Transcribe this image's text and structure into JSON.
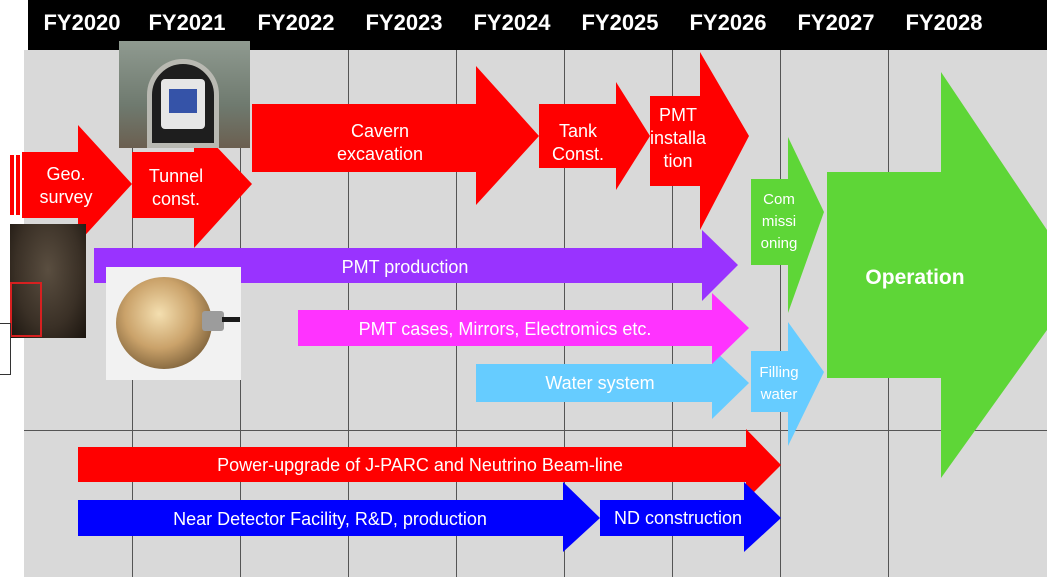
{
  "years": [
    "FY2020",
    "FY2021",
    "FY2022",
    "FY2023",
    "FY2024",
    "FY2025",
    "FY2026",
    "FY2027",
    "FY2028"
  ],
  "colors": {
    "red": "#ff0000",
    "purple": "#9933ff",
    "magenta": "#ff33ff",
    "light_blue": "#66ccff",
    "green": "#5ed637",
    "blue": "#0000ff",
    "header": "#000000",
    "grid": "#d9d9d9"
  },
  "tasks": {
    "geo_survey": "Geo.\nsurvey",
    "tunnel_const": "Tunnel\nconst.",
    "cavern_excavation": "Cavern\nexcavation",
    "tank_const": "Tank\nConst.",
    "pmt_installation": "PMT\ninstalla\ntion",
    "commissioning": "Com\nmissi\noning",
    "pmt_production": "PMT production",
    "pmt_cases": "PMT cases, Mirrors, Electromics etc.",
    "water_system": "Water system",
    "filling_water": "Filling\nwater",
    "operation": "Operation",
    "power_upgrade": "Power-upgrade of J-PARC and Neutrino Beam-line",
    "near_detector": "Near Detector Facility, R&D, production",
    "nd_construction": "ND construction"
  },
  "images": {
    "tunnel": "tunnel-construction-photo",
    "cave": "underground-cavern-photo",
    "pmt": "photomultiplier-tube-photo"
  }
}
